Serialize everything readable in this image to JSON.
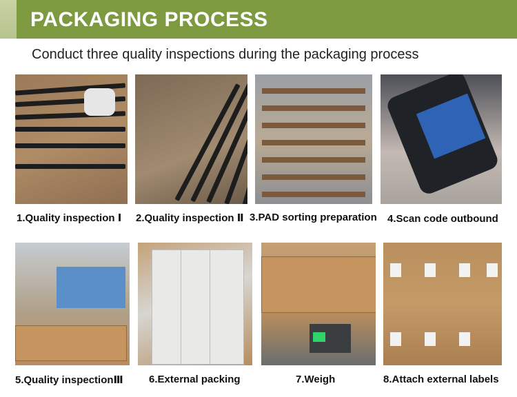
{
  "header": {
    "title": "PACKAGING PROCESS",
    "subtitle": "Conduct three quality inspections during the packaging process",
    "banner_color": "#7e9a41"
  },
  "steps": [
    {
      "caption": "1.Quality inspection Ⅰ"
    },
    {
      "caption": "2.Quality inspection Ⅱ"
    },
    {
      "caption": "3.PAD sorting preparation"
    },
    {
      "caption": "4.Scan code outbound"
    },
    {
      "caption": "5.Quality inspectionⅢ"
    },
    {
      "caption": "6.External packing"
    },
    {
      "caption": "7.Weigh"
    },
    {
      "caption": "8.Attach external labels"
    }
  ]
}
